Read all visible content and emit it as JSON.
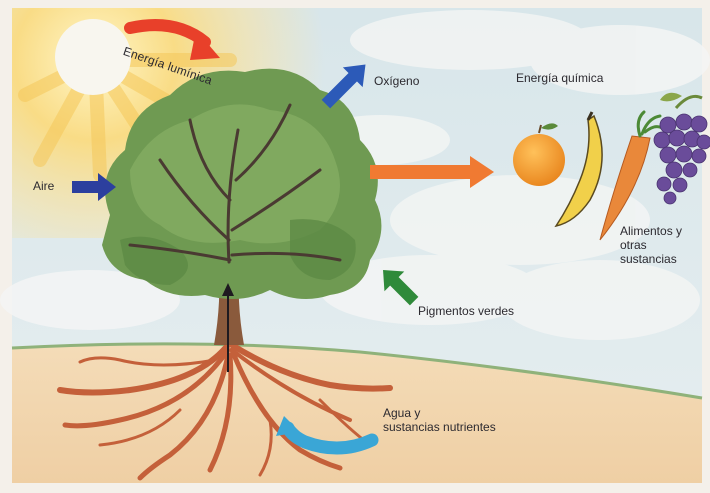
{
  "labels": {
    "energia_luminica": "Energía lumínica",
    "oxigeno": "Oxígeno",
    "energia_quimica": "Energía química",
    "aire": "Aire",
    "alimentos_line1": "Alimentos y",
    "alimentos_line2": "otras sustancias",
    "pigmentos": "Pigmentos verdes",
    "agua_line1": "Agua y",
    "agua_line2": "sustancias nutrientes"
  },
  "colors": {
    "arrow_energia": "#e8402a",
    "arrow_oxigeno": "#2c5ab8",
    "arrow_aire": "#2c3f9e",
    "arrow_quimica": "#f07a32",
    "arrow_pigmentos": "#2f8a3a",
    "arrow_agua": "#3aa6d6",
    "sky": "#cfe2ea",
    "soil": "#f0d4ac",
    "foliage": "#6f9a52",
    "roots": "#c4603a"
  },
  "icons": [
    "sun-icon",
    "tree-icon",
    "orange-icon",
    "banana-icon",
    "carrot-icon",
    "grapes-icon"
  ]
}
